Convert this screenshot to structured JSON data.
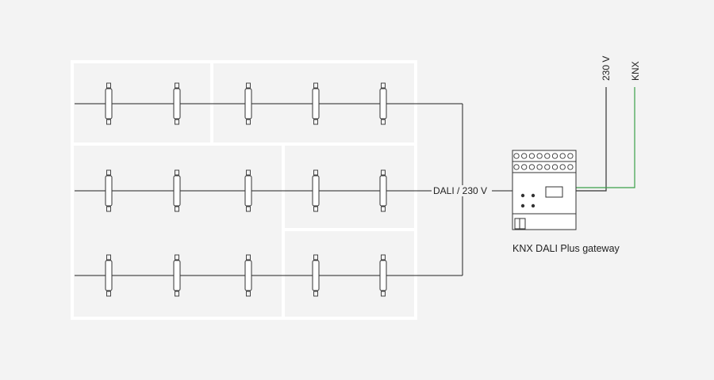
{
  "labels": {
    "bus": "DALI / 230 V",
    "gateway": "KNX DALI Plus gateway",
    "mains": "230 V",
    "knx": "KNX"
  },
  "colors": {
    "background": "#f3f3f3",
    "room_wall": "#ffffff",
    "wire": "#222222",
    "knx_wire": "#3aa048",
    "device": "#333333"
  },
  "luminaire_rows": [
    {
      "name": "row-1",
      "count": 5
    },
    {
      "name": "row-2",
      "count": 5
    },
    {
      "name": "row-3",
      "count": 5
    }
  ],
  "gateway": {
    "terminal_rows": 2,
    "terminals_per_row": 8
  }
}
